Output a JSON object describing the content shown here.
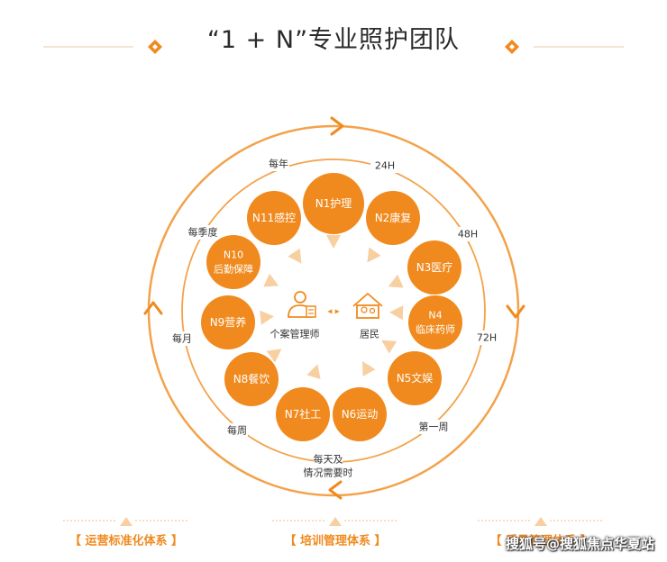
{
  "title": "“1 + N”专业照护团队",
  "colors": {
    "orange": "#f08a1e",
    "orange_light": "#f6b26b",
    "ring": "#f3a24a",
    "text": "#333333",
    "dash": "#f2b98a"
  },
  "nodes": [
    {
      "id": "n1",
      "lines": [
        "N1护理"
      ]
    },
    {
      "id": "n2",
      "lines": [
        "N2康复"
      ]
    },
    {
      "id": "n3",
      "lines": [
        "N3医疗"
      ]
    },
    {
      "id": "n4",
      "lines": [
        "N4",
        "临床药师"
      ]
    },
    {
      "id": "n5",
      "lines": [
        "N5文娱"
      ]
    },
    {
      "id": "n6",
      "lines": [
        "N6运动"
      ]
    },
    {
      "id": "n7",
      "lines": [
        "N7社工"
      ]
    },
    {
      "id": "n8",
      "lines": [
        "N8餐饮"
      ]
    },
    {
      "id": "n9",
      "lines": [
        "N9营养"
      ]
    },
    {
      "id": "n10",
      "lines": [
        "N10",
        "后勤保障"
      ]
    },
    {
      "id": "n11",
      "lines": [
        "N11感控"
      ]
    }
  ],
  "center": {
    "manager": "个案管理师",
    "resident": "居民",
    "arrow": "◂ ▸"
  },
  "time_labels": [
    "24H",
    "48H",
    "72H",
    "第一周",
    "每天及",
    "情况需要时",
    "每周",
    "每月",
    "每季度",
    "每年"
  ],
  "systems": [
    "【 运营标准化体系 】",
    "【 培训管理体系 】",
    "【 质量管理体系 】"
  ],
  "watermark": "搜狐号@搜狐焦点华夏站",
  "icons": [
    "manager-icon",
    "house-icon",
    "diamond-icon",
    "chevron-icon",
    "triangle-icon"
  ]
}
